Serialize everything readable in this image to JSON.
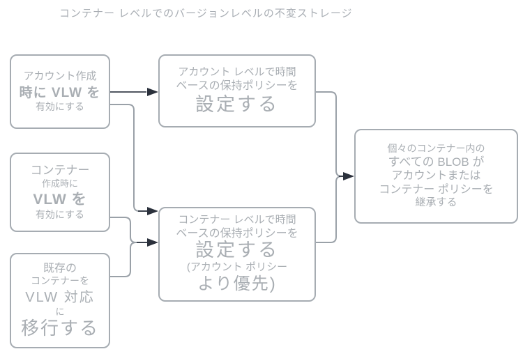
{
  "title": "コンテナー レベルでのバージョンレベルの不変ストレージ",
  "colors": {
    "box_border": "#a6acb2",
    "text": "#a9aeb3",
    "edge_line": "#9aa1a8",
    "arrowhead": "#2b313c",
    "background": "#ffffff"
  },
  "boxes": {
    "enable_vlw_account": {
      "lines": [
        "アカウント作成",
        "時に VLW を",
        "有効にする"
      ]
    },
    "enable_vlw_container": {
      "lines": [
        "コンテナー",
        "作成時に",
        "VLW を",
        "有効にする"
      ]
    },
    "migrate_existing": {
      "lines": [
        "既存の",
        "コンテナーを",
        "VLW 対応",
        "に",
        "移行する"
      ]
    },
    "set_account_policy": {
      "lines": [
        "アカウント レベルで時間",
        "ベースの保持ポリシーを",
        "設定する"
      ]
    },
    "set_container_policy": {
      "lines": [
        "コンテナー レベルで時間",
        "ベースの保持ポリシーを",
        "設定する",
        "(アカウント ポリシー",
        "より優先)"
      ]
    },
    "inherit_policy": {
      "lines": [
        "個々のコンテナー内の",
        "すべての BLOB が",
        "アカウントまたは",
        "コンテナー ポリシーを",
        "継承する"
      ]
    }
  },
  "edges": [
    {
      "from": "enable_vlw_account",
      "to": "set_account_policy"
    },
    {
      "from": "enable_vlw_account",
      "to": "set_container_policy"
    },
    {
      "from": "enable_vlw_container",
      "to": "set_container_policy"
    },
    {
      "from": "migrate_existing",
      "to": "set_container_policy"
    },
    {
      "from": "set_account_policy",
      "to": "inherit_policy"
    },
    {
      "from": "set_container_policy",
      "to": "inherit_policy"
    }
  ]
}
